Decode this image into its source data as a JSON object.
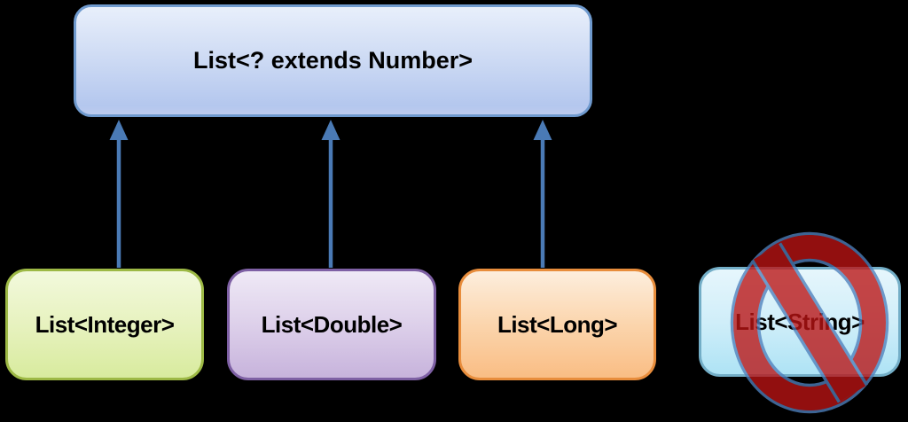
{
  "diagram": {
    "background_color": "#000000",
    "title_box": {
      "label": "List<? extends Number>",
      "fill_top": "#e8effb",
      "fill_bottom": "#b4c7ee",
      "border_color": "#6f9ace"
    },
    "child_boxes": [
      {
        "label": "List<Integer>",
        "border_color": "#9db945",
        "fill_top": "#f2f9dc",
        "fill_bottom": "#d8eb9e",
        "prohibited": false
      },
      {
        "label": "List<Double>",
        "border_color": "#7e60a4",
        "fill_top": "#efe9f6",
        "fill_bottom": "#c7b3dc",
        "prohibited": false
      },
      {
        "label": "List<Long>",
        "border_color": "#e88d3c",
        "fill_top": "#fdeedd",
        "fill_bottom": "#f9bd84",
        "prohibited": false
      },
      {
        "label": "List<String>",
        "border_color": "#73aec7",
        "fill_top": "#e6f6fc",
        "fill_bottom": "#aee3f5",
        "prohibited": true
      }
    ],
    "arrows": {
      "count": 3,
      "color": "#4a7ab5",
      "direction": "bottom-boxes-to-title-box"
    },
    "no_symbol": {
      "name": "prohibition-sign",
      "color": "#bb1414",
      "outline_color": "#4f81bd",
      "opacity": 0.78
    }
  }
}
